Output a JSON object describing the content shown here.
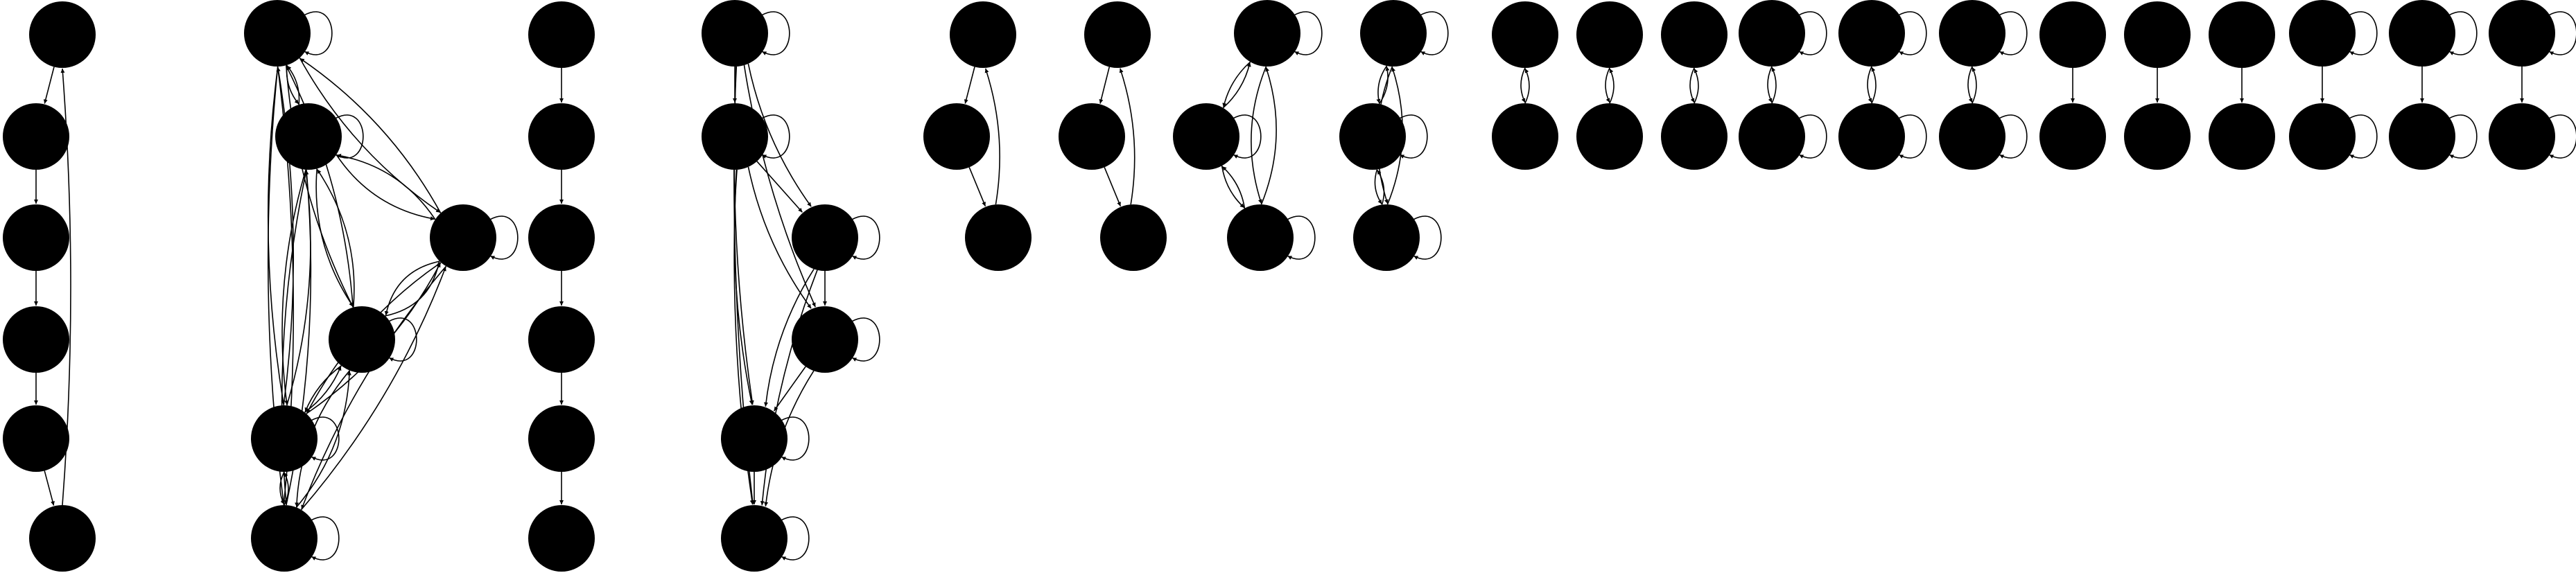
{
  "diagram": {
    "type": "directed-graph",
    "node_color": "#000000",
    "edge_color": "#000000",
    "background": "#ffffff",
    "components": [
      {
        "id": "c1",
        "nodes": [
          "a1",
          "a2",
          "a3",
          "a4",
          "a5",
          "a6"
        ],
        "edges": [
          [
            "a1",
            "a2"
          ],
          [
            "a2",
            "a3"
          ],
          [
            "a3",
            "a4"
          ],
          [
            "a4",
            "a5"
          ],
          [
            "a5",
            "a6"
          ],
          [
            "a6",
            "a1"
          ]
        ]
      },
      {
        "id": "c2",
        "nodes": [
          "b1",
          "b2",
          "b3",
          "b4",
          "b5",
          "b6"
        ],
        "self_loops": [
          "b1",
          "b2",
          "b3",
          "b4",
          "b5",
          "b6"
        ],
        "edges": [
          [
            "b1",
            "b2"
          ],
          [
            "b2",
            "b1"
          ],
          [
            "b1",
            "b3"
          ],
          [
            "b3",
            "b1"
          ],
          [
            "b1",
            "b4"
          ],
          [
            "b4",
            "b1"
          ],
          [
            "b1",
            "b5"
          ],
          [
            "b5",
            "b1"
          ],
          [
            "b1",
            "b6"
          ],
          [
            "b6",
            "b1"
          ],
          [
            "b2",
            "b3"
          ],
          [
            "b3",
            "b2"
          ],
          [
            "b2",
            "b4"
          ],
          [
            "b4",
            "b2"
          ],
          [
            "b2",
            "b5"
          ],
          [
            "b5",
            "b2"
          ],
          [
            "b2",
            "b6"
          ],
          [
            "b6",
            "b2"
          ],
          [
            "b3",
            "b4"
          ],
          [
            "b4",
            "b3"
          ],
          [
            "b3",
            "b5"
          ],
          [
            "b5",
            "b3"
          ],
          [
            "b3",
            "b6"
          ],
          [
            "b6",
            "b3"
          ],
          [
            "b4",
            "b5"
          ],
          [
            "b5",
            "b4"
          ],
          [
            "b4",
            "b6"
          ],
          [
            "b6",
            "b4"
          ],
          [
            "b5",
            "b6"
          ],
          [
            "b6",
            "b5"
          ]
        ]
      },
      {
        "id": "c3",
        "nodes": [
          "c1",
          "c2",
          "c3",
          "c4",
          "c5",
          "c6"
        ],
        "edges": [
          [
            "c1",
            "c2"
          ],
          [
            "c2",
            "c3"
          ],
          [
            "c3",
            "c4"
          ],
          [
            "c4",
            "c5"
          ],
          [
            "c5",
            "c6"
          ]
        ]
      },
      {
        "id": "c4",
        "nodes": [
          "d1",
          "d2",
          "d3",
          "d4",
          "d5",
          "d6"
        ],
        "self_loops": [
          "d1",
          "d2",
          "d3",
          "d4",
          "d5",
          "d6"
        ],
        "edges": [
          [
            "d1",
            "d2"
          ],
          [
            "d1",
            "d3"
          ],
          [
            "d1",
            "d4"
          ],
          [
            "d1",
            "d5"
          ],
          [
            "d1",
            "d6"
          ],
          [
            "d2",
            "d3"
          ],
          [
            "d2",
            "d4"
          ],
          [
            "d2",
            "d5"
          ],
          [
            "d2",
            "d6"
          ],
          [
            "d3",
            "d4"
          ],
          [
            "d3",
            "d5"
          ],
          [
            "d3",
            "d6"
          ],
          [
            "d4",
            "d5"
          ],
          [
            "d4",
            "d6"
          ],
          [
            "d5",
            "d6"
          ]
        ]
      },
      {
        "id": "c5",
        "nodes": [
          "e1",
          "e2",
          "e3"
        ],
        "edges": [
          [
            "e1",
            "e2"
          ],
          [
            "e2",
            "e3"
          ],
          [
            "e3",
            "e1"
          ]
        ]
      },
      {
        "id": "c6",
        "nodes": [
          "f1",
          "f2",
          "f3"
        ],
        "edges": [
          [
            "f1",
            "f2"
          ],
          [
            "f2",
            "f3"
          ],
          [
            "f3",
            "f1"
          ]
        ]
      },
      {
        "id": "c7",
        "nodes": [
          "g1",
          "g2",
          "g3"
        ],
        "self_loops": [
          "g1",
          "g2",
          "g3"
        ],
        "edges": [
          [
            "g1",
            "g2"
          ],
          [
            "g2",
            "g1"
          ],
          [
            "g1",
            "g3"
          ],
          [
            "g3",
            "g1"
          ],
          [
            "g2",
            "g3"
          ],
          [
            "g3",
            "g2"
          ]
        ]
      },
      {
        "id": "c8",
        "nodes": [
          "h1",
          "h2",
          "h3"
        ],
        "self_loops": [
          "h1",
          "h2",
          "h3"
        ],
        "edges": [
          [
            "h1",
            "h2"
          ],
          [
            "h2",
            "h1"
          ],
          [
            "h1",
            "h3"
          ],
          [
            "h3",
            "h1"
          ],
          [
            "h2",
            "h3"
          ],
          [
            "h3",
            "h2"
          ]
        ]
      },
      {
        "id": "c9",
        "nodes": [
          "i1",
          "i2"
        ],
        "edges": [
          [
            "i1",
            "i2"
          ],
          [
            "i2",
            "i1"
          ]
        ]
      },
      {
        "id": "c10",
        "nodes": [
          "j1",
          "j2"
        ],
        "edges": [
          [
            "j1",
            "j2"
          ],
          [
            "j2",
            "j1"
          ]
        ]
      },
      {
        "id": "c11",
        "nodes": [
          "k1",
          "k2"
        ],
        "edges": [
          [
            "k1",
            "k2"
          ],
          [
            "k2",
            "k1"
          ]
        ]
      },
      {
        "id": "c12",
        "nodes": [
          "l1",
          "l2"
        ],
        "self_loops": [
          "l1",
          "l2"
        ],
        "edges": [
          [
            "l1",
            "l2"
          ],
          [
            "l2",
            "l1"
          ]
        ]
      },
      {
        "id": "c13",
        "nodes": [
          "m1",
          "m2"
        ],
        "self_loops": [
          "m1",
          "m2"
        ],
        "edges": [
          [
            "m1",
            "m2"
          ],
          [
            "m2",
            "m1"
          ]
        ]
      },
      {
        "id": "c14",
        "nodes": [
          "n1",
          "n2"
        ],
        "self_loops": [
          "n1",
          "n2"
        ],
        "edges": [
          [
            "n1",
            "n2"
          ],
          [
            "n2",
            "n1"
          ]
        ]
      },
      {
        "id": "c15",
        "nodes": [
          "o1",
          "o2"
        ],
        "edges": [
          [
            "o1",
            "o2"
          ]
        ]
      },
      {
        "id": "c16",
        "nodes": [
          "p1",
          "p2"
        ],
        "edges": [
          [
            "p1",
            "p2"
          ]
        ]
      },
      {
        "id": "c17",
        "nodes": [
          "q1",
          "q2"
        ],
        "edges": [
          [
            "q1",
            "q2"
          ]
        ]
      },
      {
        "id": "c18",
        "nodes": [
          "r1",
          "r2"
        ],
        "self_loops": [
          "r1",
          "r2"
        ],
        "edges": [
          [
            "r1",
            "r2"
          ]
        ]
      },
      {
        "id": "c19",
        "nodes": [
          "s1",
          "s2"
        ],
        "self_loops": [
          "s1",
          "s2"
        ],
        "edges": [
          [
            "s1",
            "s2"
          ]
        ]
      },
      {
        "id": "c20",
        "nodes": [
          "t1",
          "t2"
        ],
        "self_loops": [
          "t1",
          "t2"
        ],
        "edges": [
          [
            "t1",
            "t2"
          ]
        ]
      }
    ]
  }
}
